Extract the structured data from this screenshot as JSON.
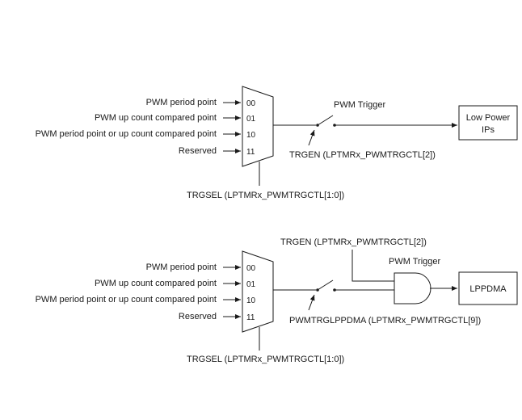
{
  "diagram_top": {
    "inputs": [
      "PWM period point",
      "PWM up count compared point",
      "PWM period point or up count compared point",
      "Reserved"
    ],
    "selects": [
      "00",
      "01",
      "10",
      "11"
    ],
    "mux_select_label": "TRGSEL (LPTMRx_PWMTRGCTL[1:0])",
    "switch_label": "TRGEN (LPTMRx_PWMTRGCTL[2])",
    "trigger_label": "PWM Trigger",
    "dest_line1": "Low Power",
    "dest_line2": "IPs"
  },
  "diagram_bottom": {
    "inputs": [
      "PWM period point",
      "PWM up count compared point",
      "PWM period point or up count compared point",
      "Reserved"
    ],
    "selects": [
      "00",
      "01",
      "10",
      "11"
    ],
    "mux_select_label": "TRGSEL (LPTMRx_PWMTRGCTL[1:0])",
    "gate_enable_label": "TRGEN (LPTMRx_PWMTRGCTL[2])",
    "switch_label": "PWMTRGLPPDMA (LPTMRx_PWMTRGCTL[9])",
    "trigger_label": "PWM Trigger",
    "dest": "LPPDMA"
  }
}
